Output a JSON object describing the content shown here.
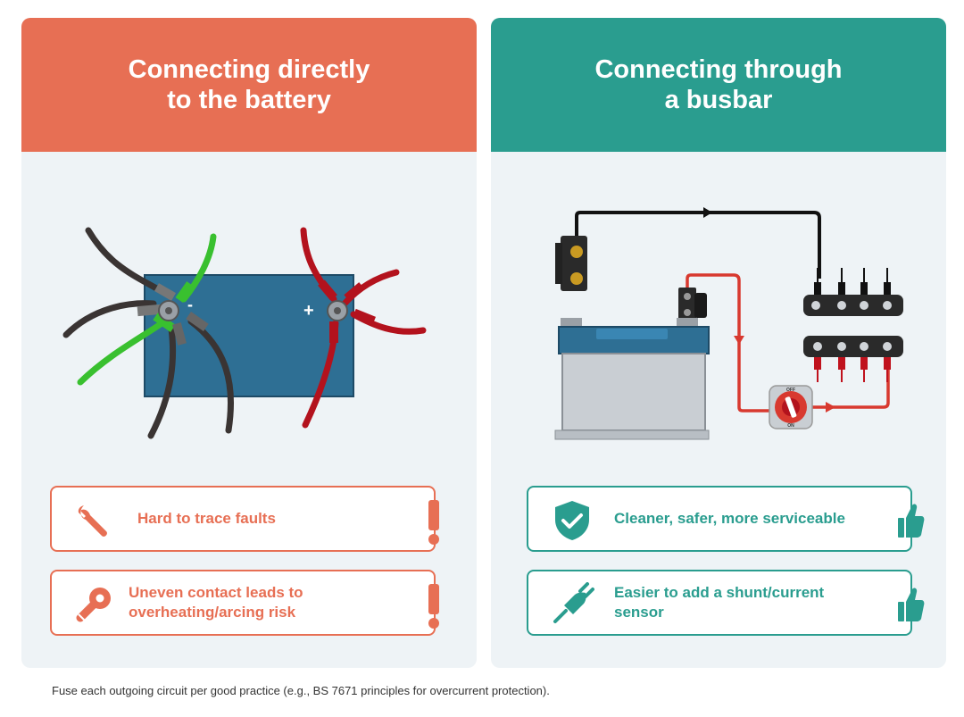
{
  "left": {
    "title": "Connecting directly\nto the battery",
    "battery_minus": "-",
    "battery_plus": "+",
    "cards": [
      {
        "text": "Hard to trace faults",
        "icon": "wrench-icon"
      },
      {
        "text": "Uneven contact leads to overheating/arcing risk",
        "icon": "ring-terminal-icon"
      }
    ],
    "badge_icon": "exclamation-icon"
  },
  "right": {
    "title": "Connecting through\na busbar",
    "switch_off": "OFF",
    "switch_on": "ON",
    "cards": [
      {
        "text": "Cleaner, safer, more serviceable",
        "icon": "shield-check-icon"
      },
      {
        "text": "Easier to add a shunt/current sensor",
        "icon": "plug-icon"
      }
    ],
    "badge_icon": "thumbs-up-icon"
  },
  "footnote": "Fuse each outgoing circuit per good practice (e.g., BS 7671 principles for overcurrent protection).",
  "colors": {
    "coral": "#e76f54",
    "teal": "#2a9d8f",
    "panel_bg": "#eef3f6",
    "battery_blue": "#2e6f94",
    "red_wire": "#b3121d",
    "green_wire": "#39c02f",
    "black_wire": "#3a3433"
  }
}
